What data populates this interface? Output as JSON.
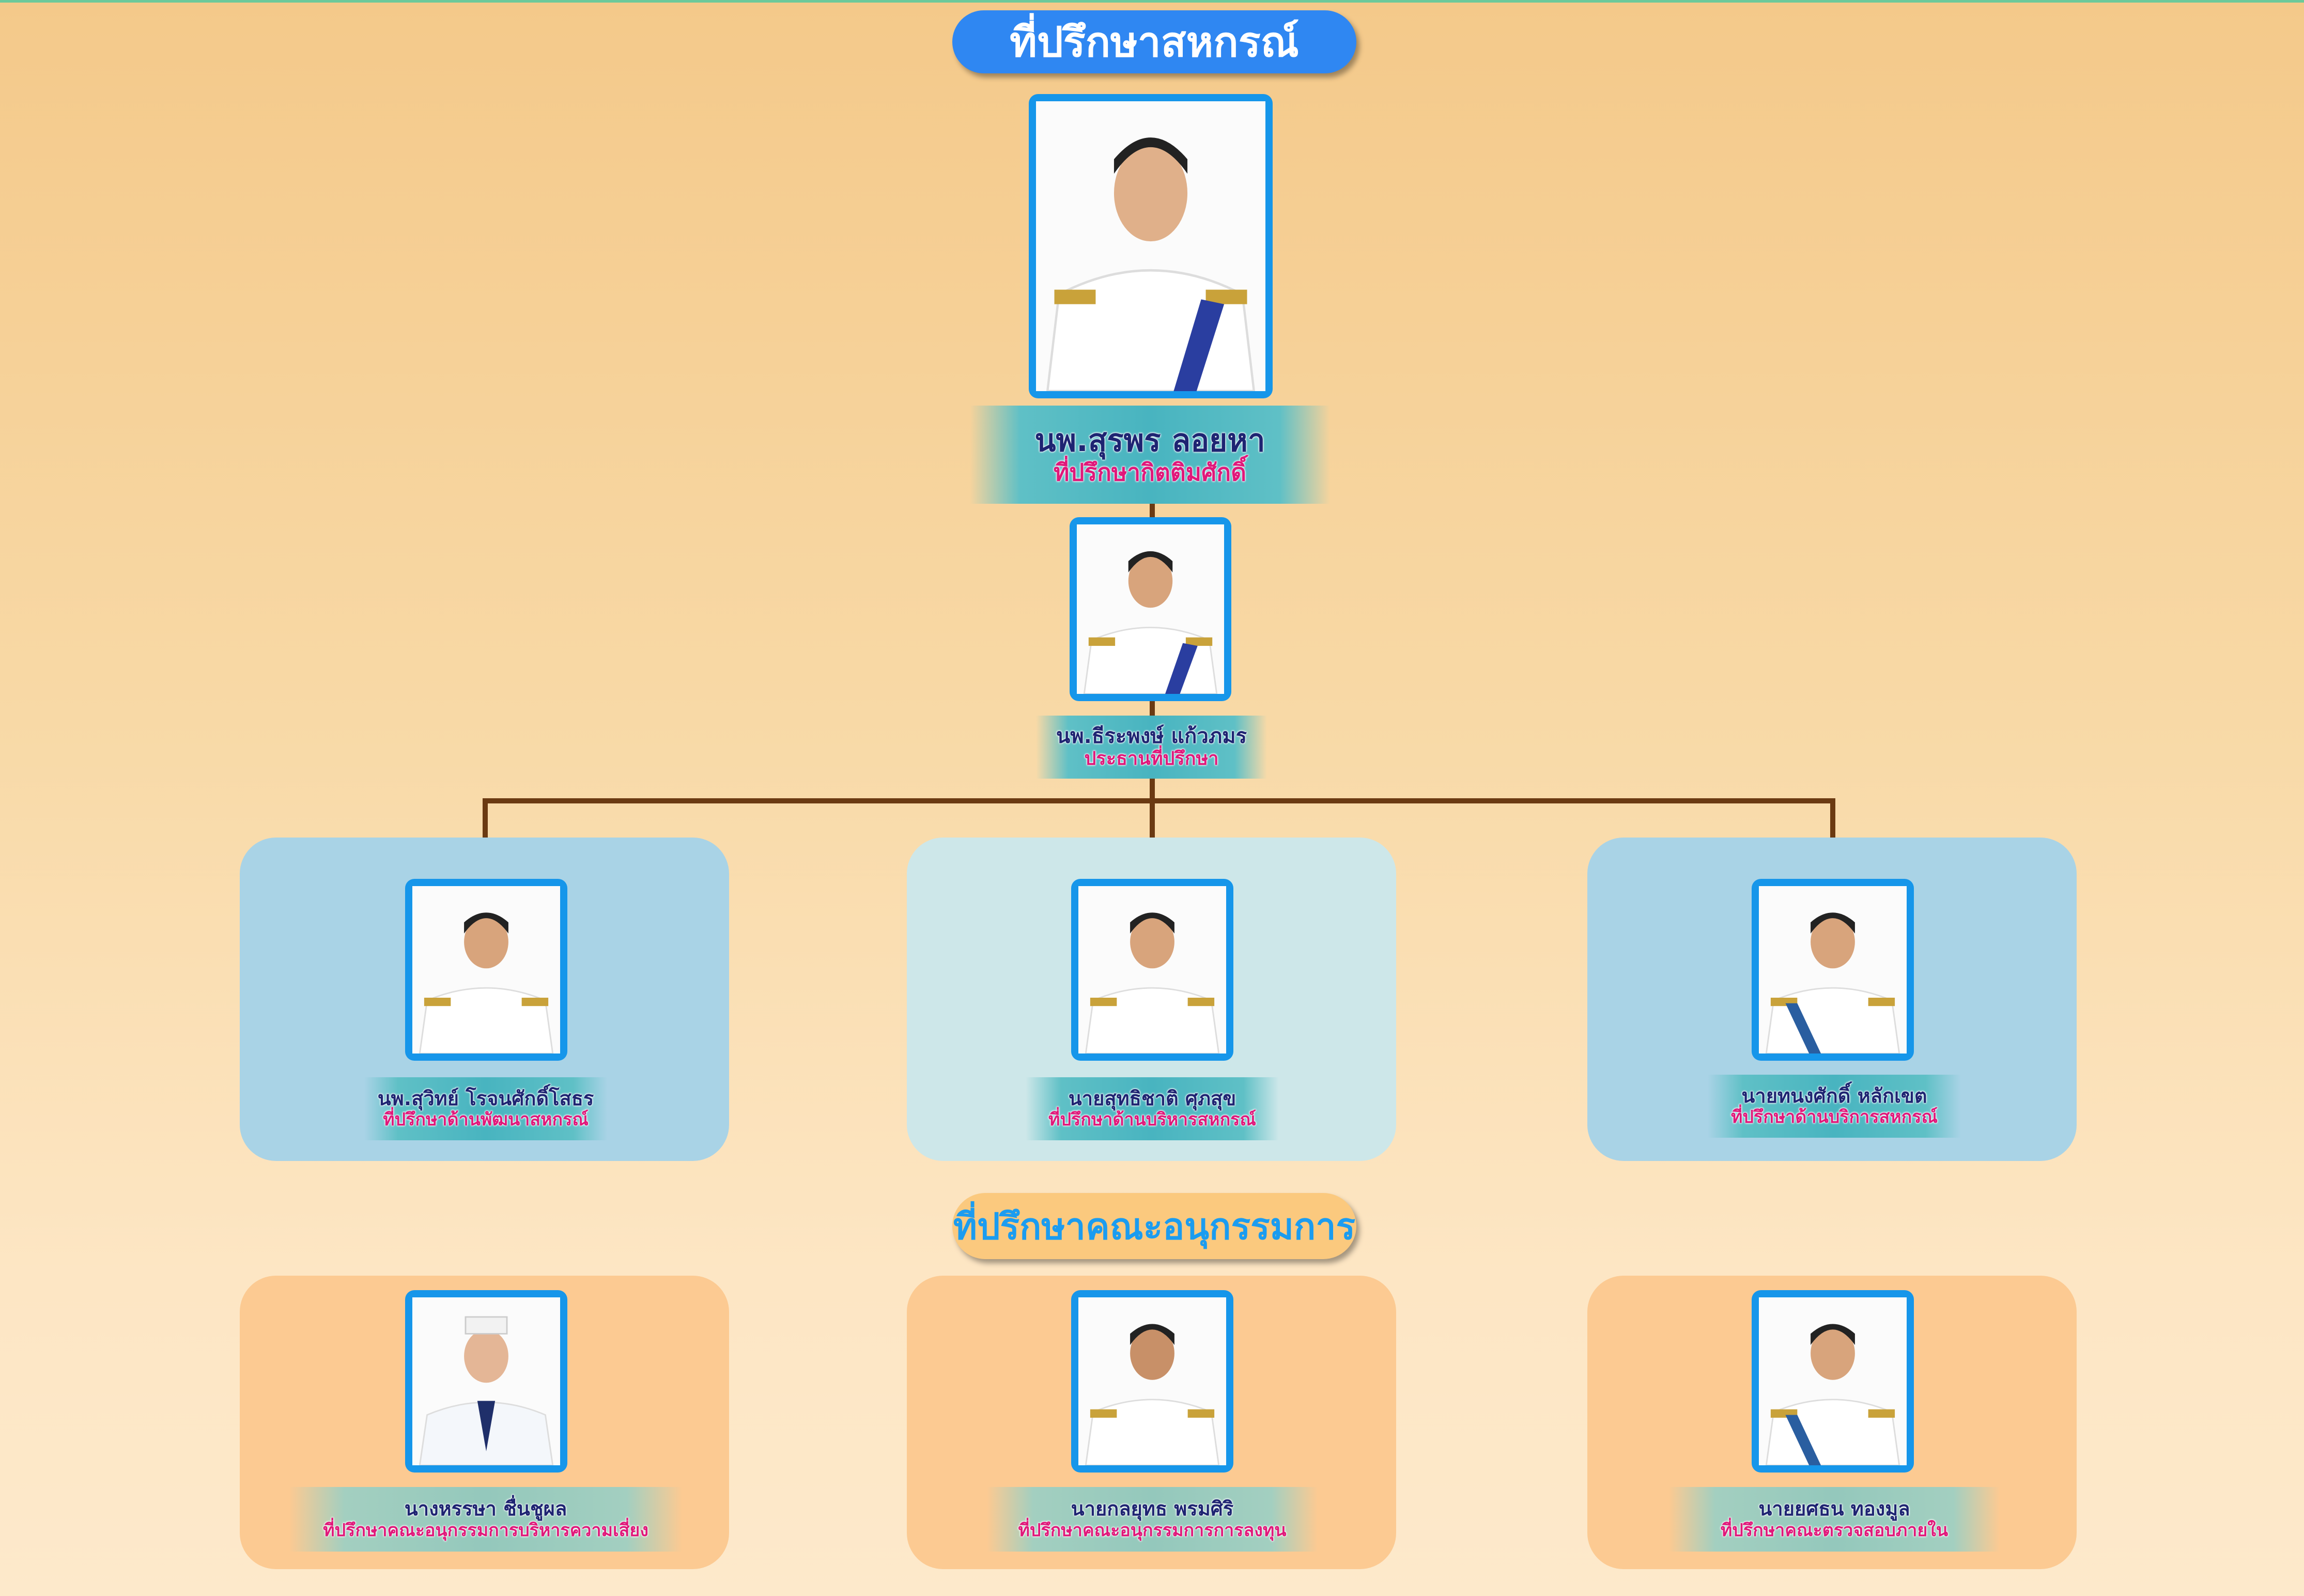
{
  "header": {
    "title": "ที่ปรึกษาสหกรณ์",
    "title_color": "#2f87f2"
  },
  "honorary": {
    "name": "นพ.สุรพร ลอยหา",
    "role": "ที่ปรึกษากิตติมศักดิ์"
  },
  "chair": {
    "name": "นพ.ธีระพงษ์ แก้วภมร",
    "role": "ประธานที่ปรึกษา"
  },
  "advisors": [
    {
      "name": "นพ.สุวิทย์ โรจนศักดิ์โสธร",
      "role": "ที่ปรึกษาด้านพัฒนาสหกรณ์"
    },
    {
      "name": "นายสุทธิชาติ ศุภสุข",
      "role": "ที่ปรึกษาด้านบริหารสหกรณ์"
    },
    {
      "name": "นายทนงศักดิ์ หลักเขต",
      "role": "ที่ปรึกษาด้านบริการสหกรณ์"
    }
  ],
  "subcommittee": {
    "title": "ที่ปรึกษาคณะอนุกรรมการ",
    "members": [
      {
        "name": "นางหรรษา ชื่นชูผล",
        "role": "ที่ปรึกษาคณะอนุกรรมการบริหารความเสี่ยง"
      },
      {
        "name": "นายกลยุทธ พรมศิริ",
        "role": "ที่ปรึกษาคณะอนุกรรมการการลงทุน"
      },
      {
        "name": "นายยศธน ทองมูล",
        "role": "ที่ปรึกษาคณะตรวจสอบภายใน"
      }
    ]
  },
  "colors": {
    "name": "#1e2472",
    "role": "#e0187a",
    "frame": "#1696ea",
    "connector": "#6b3a12"
  }
}
